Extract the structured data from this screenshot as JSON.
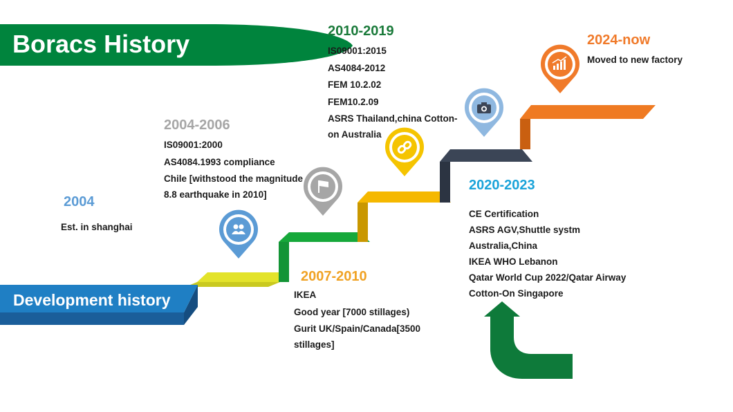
{
  "title": "Boracs  History",
  "banner": "Development history",
  "colors": {
    "title_banner": "#00843d",
    "dev_banner": "#1f7fc4",
    "step_yellow": "#e3e32a",
    "step_green": "#16a83a",
    "step_gold": "#f5b800",
    "step_navy": "#3b4556",
    "step_orange": "#ef7a22",
    "arrow_green": "#0e7a3a"
  },
  "milestones": [
    {
      "year": "2004",
      "color": "#5b9bd5",
      "lines": [
        "Est. in shanghai"
      ],
      "pin_icon": "people-icon",
      "pin_color": "#5b9bd5"
    },
    {
      "year": "2004-2006",
      "color": "#a6a6a6",
      "lines": [
        "IS09001:2000",
        "AS4084.1993 compliance",
        "Chile [withstood the magnitude",
        "8.8 earthquake in 2010]"
      ],
      "pin_icon": "flag-icon",
      "pin_color": "#a6a6a6"
    },
    {
      "year": "2007-2010",
      "color": "#f0a224",
      "lines": [
        "IKEA",
        "Good year [7000 stillages)",
        "Gurit UK/Spain/Canada[3500",
        "stillages]"
      ]
    },
    {
      "year": "2010-2019",
      "color": "#1a7a3a",
      "lines": [
        "IS09001:2015",
        "AS4084-2012",
        "FEM 10.2.02",
        "FEM10.2.09",
        "ASRS Thailand,china Cotton-",
        "on Australia"
      ],
      "pin_icon": "link-icon",
      "pin_color": "#f5c400"
    },
    {
      "year": "2020-2023",
      "color": "#1aa3d9",
      "lines": [
        "CE Certification",
        "ASRS AGV,Shuttle systm",
        "Australia,China",
        "IKEA WHO Lebanon",
        "Qatar World Cup 2022/Qatar Airway",
        "Cotton-On Singapore"
      ],
      "pin_icon": "camera-icon",
      "pin_color": "#8fb8e0"
    },
    {
      "year": "2024-now",
      "color": "#f07a2a",
      "lines": [
        "Moved to new factory"
      ],
      "pin_icon": "chart-icon",
      "pin_color": "#f07a2a"
    }
  ]
}
